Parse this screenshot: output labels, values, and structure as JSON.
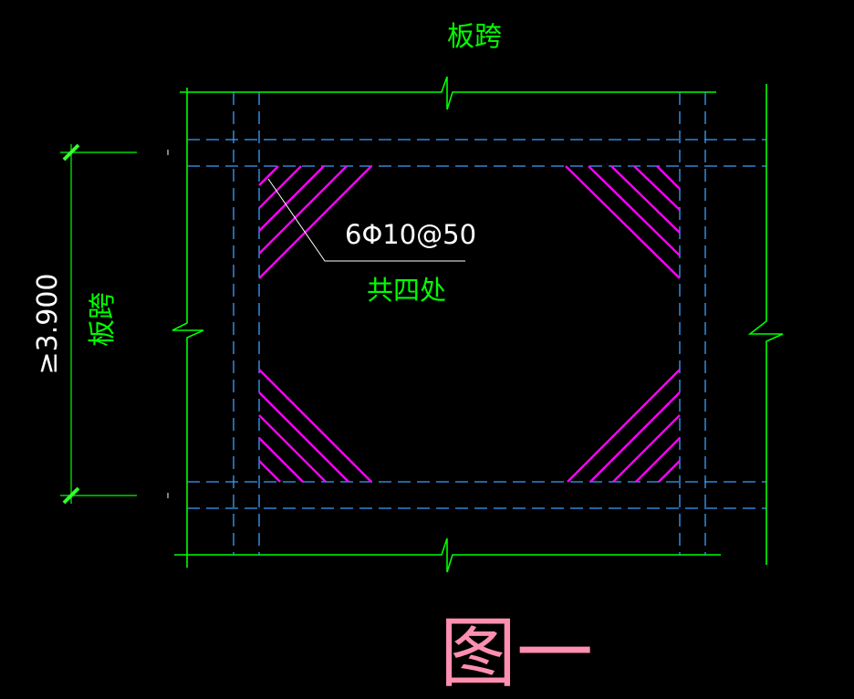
{
  "labels": {
    "top_span": "板跨",
    "left_span": "板跨",
    "dimension": "≥3.900",
    "rebar_spec": "6Φ10@50",
    "rebar_count": "共四处",
    "figure_title": "图一"
  },
  "colors": {
    "background": "#000000",
    "wall_line": "#00ff00",
    "hidden_beam": "#3aa0ff",
    "rebar": "#ff00ff",
    "leader": "#ffffff",
    "dimension_text": "#ffffff",
    "title": "#ff8fb0"
  }
}
